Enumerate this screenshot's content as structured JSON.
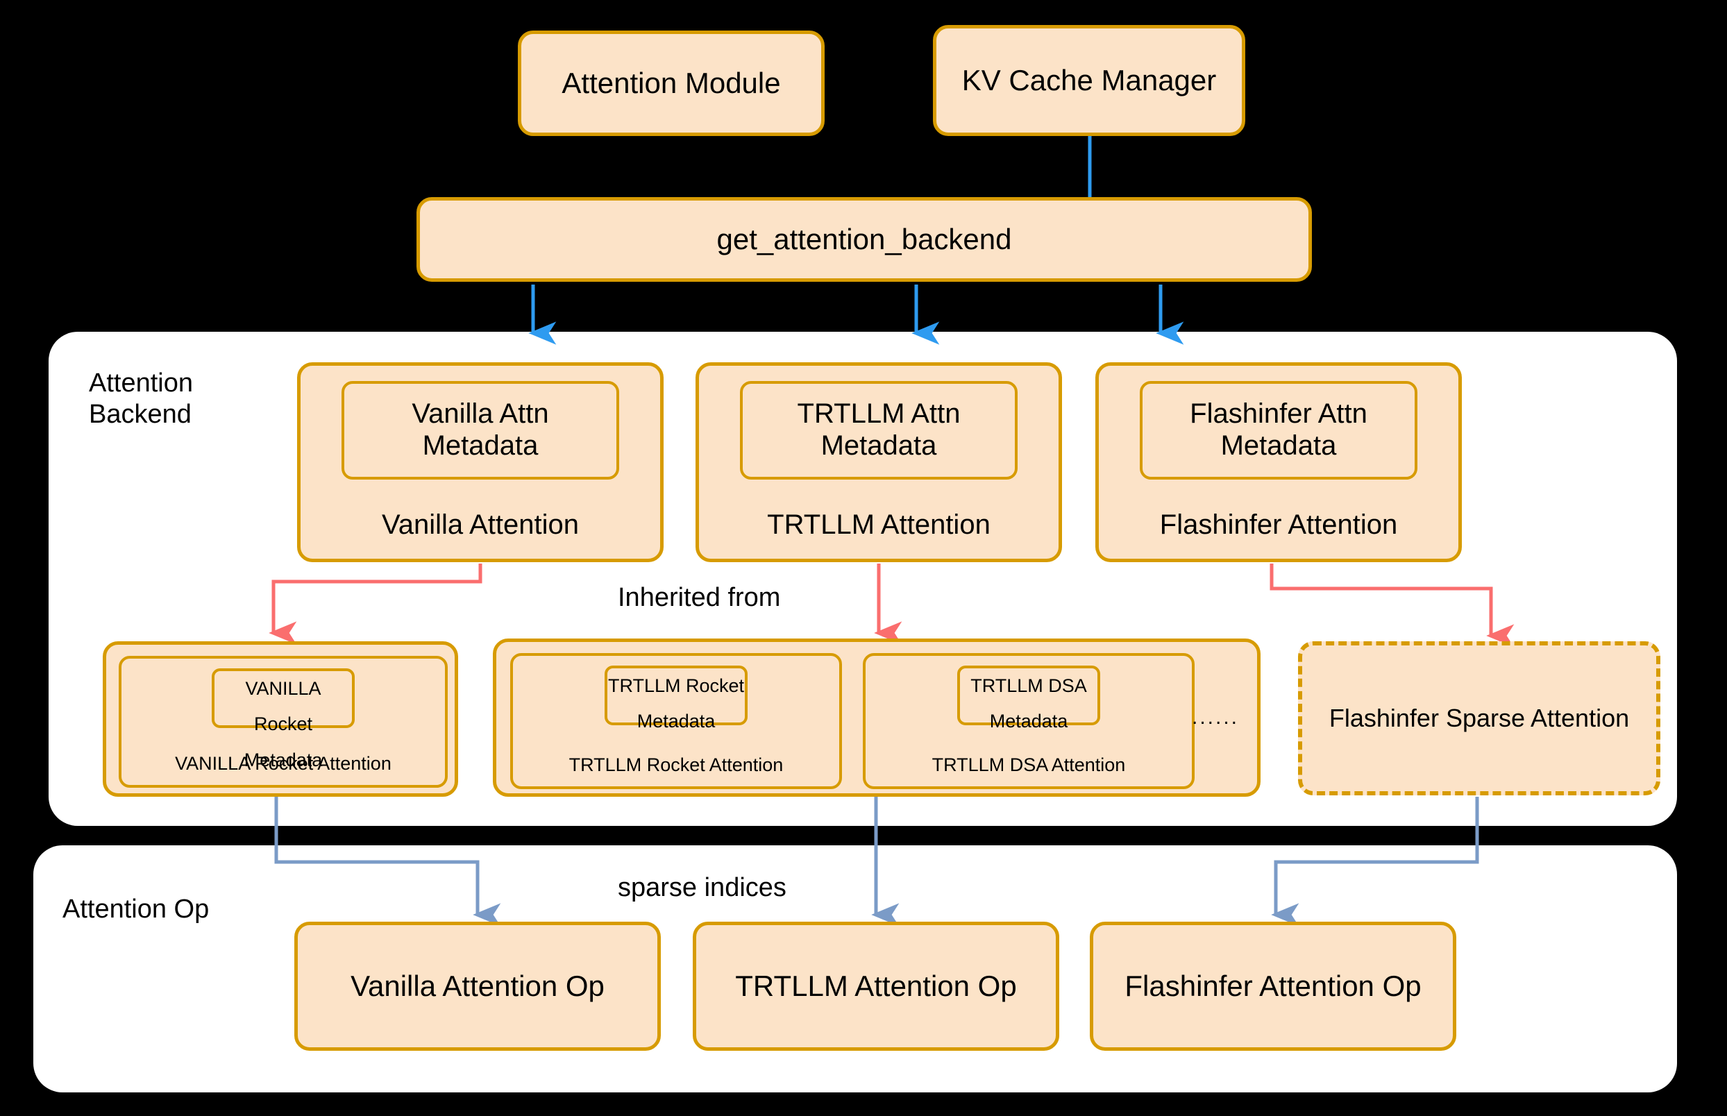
{
  "diagram": {
    "background_color": "#000000",
    "node_fill": "#FCE3C8",
    "node_border": "#D79B00",
    "group_fill": "#FFFFFF",
    "blue_arrow_color": "#2E9BF0",
    "red_arrow_color": "#FA6E6E",
    "slate_arrow_color": "#7B9BC7"
  },
  "top": {
    "attention_module": "Attention Module",
    "kv_cache_manager": "KV Cache Manager",
    "get_attention_backend": "get_attention_backend"
  },
  "backend_group": {
    "label": "Attention\nBackend",
    "backends": [
      {
        "metadata": "Vanilla Attn\nMetadata",
        "title": "Vanilla Attention"
      },
      {
        "metadata": "TRTLLM Attn\nMetadata",
        "title": "TRTLLM Attention"
      },
      {
        "metadata": "Flashinfer Attn\nMetadata",
        "title": "Flashinfer Attention"
      }
    ],
    "sparse_backends": [
      {
        "metadata": "VANILLA Rocket\nMetadata",
        "title": "VANILLA Rocket Attention"
      },
      {
        "metadata": "TRTLLM Rocket\nMetadata",
        "title": "TRTLLM Rocket Attention"
      },
      {
        "metadata": "TRTLLM DSA\nMetadata",
        "title": "TRTLLM DSA Attention"
      }
    ],
    "ellipsis": "......",
    "flashinfer_sparse": "Flashinfer Sparse Attention"
  },
  "op_group": {
    "label": "Attention Op",
    "ops": [
      "Vanilla Attention Op",
      "TRTLLM Attention Op",
      "Flashinfer Attention Op"
    ]
  },
  "edge_labels": {
    "inherited_from": "Inherited from",
    "sparse_indices": "sparse indices"
  }
}
